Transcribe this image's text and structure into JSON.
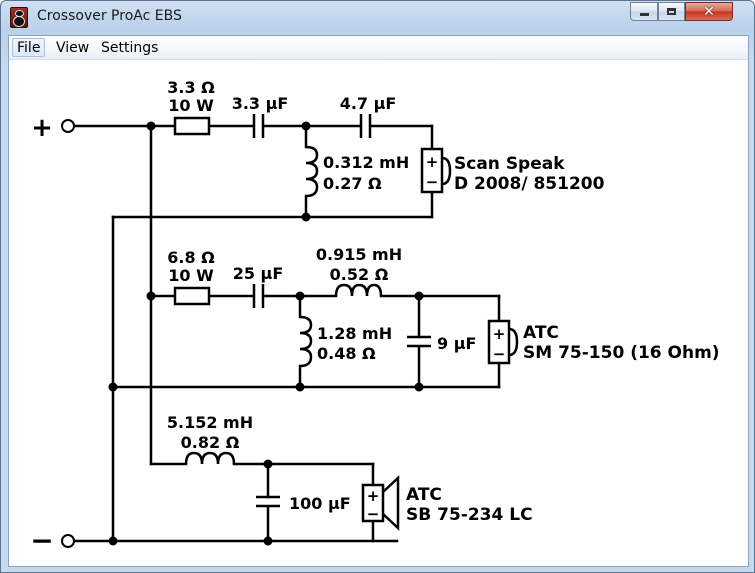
{
  "window": {
    "title": "Crossover ProAc EBS"
  },
  "menu": {
    "file": "File",
    "view": "View",
    "settings": "Settings"
  },
  "terminals": {
    "positive": "+",
    "negative": "−"
  },
  "tweeter_branch": {
    "resistor_value": "3.3 Ω",
    "resistor_power": "10 W",
    "cap1": "3.3 µF",
    "cap2": "4.7 µF",
    "inductor_value": "0.312 mH",
    "inductor_resistance": "0.27 Ω",
    "driver_brand": "Scan Speak",
    "driver_model": "D 2008/ 851200"
  },
  "midrange_branch": {
    "resistor_value": "6.8 Ω",
    "resistor_power": "10 W",
    "cap1": "25 µF",
    "series_inductor_value": "0.915 mH",
    "series_inductor_resistance": "0.52 Ω",
    "shunt_inductor_value": "1.28 mH",
    "shunt_inductor_resistance": "0.48 Ω",
    "shunt_cap": "9 µF",
    "driver_brand": "ATC",
    "driver_model": "SM 75-150 (16 Ohm)"
  },
  "woofer_branch": {
    "inductor_value": "5.152 mH",
    "inductor_resistance": "0.82 Ω",
    "shunt_cap": "100 µF",
    "driver_brand": "ATC",
    "driver_model": "SB 75-234 LC"
  },
  "colors": {
    "wire": "#000000",
    "background": "#ffffff",
    "titlebar": "#c7d9ee",
    "close_button": "#c4341c"
  }
}
